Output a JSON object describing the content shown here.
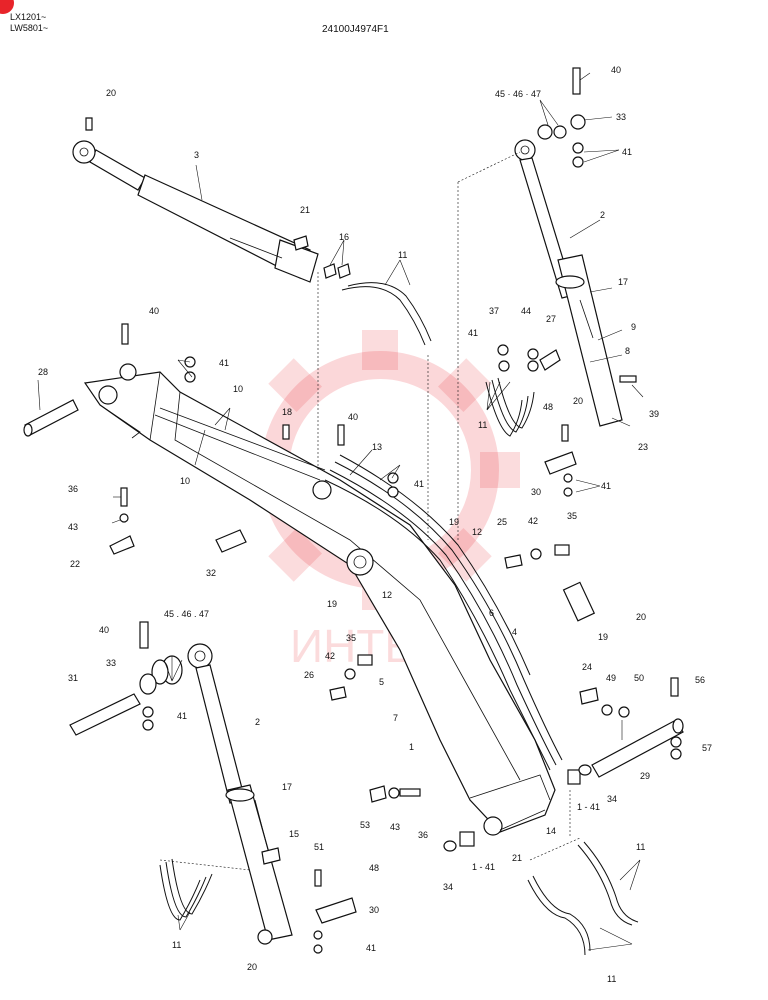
{
  "header": {
    "model_line_1": "LX1201~",
    "model_line_2": "LW5801~",
    "drawing_number": "24100J4974F1"
  },
  "watermark": {
    "text": "ИНТЕ",
    "color": "#e8242a"
  },
  "colors": {
    "corner_badge": "#e8242a",
    "line": "#111111"
  },
  "callouts": [
    {
      "id": "c-40a",
      "label": "40"
    },
    {
      "id": "c-20a",
      "label": "20"
    },
    {
      "id": "c-4546a",
      "label": "45 · 46 · 47"
    },
    {
      "id": "c-33a",
      "label": "33"
    },
    {
      "id": "c-41a",
      "label": "41"
    },
    {
      "id": "c-3",
      "label": "3"
    },
    {
      "id": "c-2a",
      "label": "2"
    },
    {
      "id": "c-21a",
      "label": "21"
    },
    {
      "id": "c-16",
      "label": "16"
    },
    {
      "id": "c-11a",
      "label": "11"
    },
    {
      "id": "c-17a",
      "label": "17"
    },
    {
      "id": "c-37",
      "label": "37"
    },
    {
      "id": "c-44",
      "label": "44"
    },
    {
      "id": "c-27",
      "label": "27"
    },
    {
      "id": "c-9",
      "label": "9"
    },
    {
      "id": "c-41b",
      "label": "41"
    },
    {
      "id": "c-8",
      "label": "8"
    },
    {
      "id": "c-40b",
      "label": "40"
    },
    {
      "id": "c-41c",
      "label": "41"
    },
    {
      "id": "c-28",
      "label": "28"
    },
    {
      "id": "c-10a",
      "label": "10"
    },
    {
      "id": "c-18",
      "label": "18"
    },
    {
      "id": "c-40c",
      "label": "40"
    },
    {
      "id": "c-39",
      "label": "39"
    },
    {
      "id": "c-48a",
      "label": "48"
    },
    {
      "id": "c-20b",
      "label": "20"
    },
    {
      "id": "c-23",
      "label": "23"
    },
    {
      "id": "c-11b",
      "label": "11"
    },
    {
      "id": "c-13",
      "label": "13"
    },
    {
      "id": "c-41d",
      "label": "41"
    },
    {
      "id": "c-36a",
      "label": "36"
    },
    {
      "id": "c-10b",
      "label": "10"
    },
    {
      "id": "c-30a",
      "label": "30"
    },
    {
      "id": "c-41e",
      "label": "41"
    },
    {
      "id": "c-43a",
      "label": "43"
    },
    {
      "id": "c-19a",
      "label": "19"
    },
    {
      "id": "c-12a",
      "label": "12"
    },
    {
      "id": "c-25",
      "label": "25"
    },
    {
      "id": "c-42a",
      "label": "42"
    },
    {
      "id": "c-35a",
      "label": "35"
    },
    {
      "id": "c-22",
      "label": "22"
    },
    {
      "id": "c-32",
      "label": "32"
    },
    {
      "id": "c-19b",
      "label": "19"
    },
    {
      "id": "c-12b",
      "label": "12"
    },
    {
      "id": "c-20c",
      "label": "20"
    },
    {
      "id": "c-19c",
      "label": "19"
    },
    {
      "id": "c-6",
      "label": "6"
    },
    {
      "id": "c-4",
      "label": "4"
    },
    {
      "id": "c-40d",
      "label": "40"
    },
    {
      "id": "c-4546b",
      "label": "45 . 46 . 47"
    },
    {
      "id": "c-35b",
      "label": "35"
    },
    {
      "id": "c-42b",
      "label": "42"
    },
    {
      "id": "c-33b",
      "label": "33"
    },
    {
      "id": "c-26",
      "label": "26"
    },
    {
      "id": "c-5",
      "label": "5"
    },
    {
      "id": "c-24",
      "label": "24"
    },
    {
      "id": "c-31",
      "label": "31"
    },
    {
      "id": "c-41f",
      "label": "41"
    },
    {
      "id": "c-49",
      "label": "49"
    },
    {
      "id": "c-50",
      "label": "50"
    },
    {
      "id": "c-56",
      "label": "56"
    },
    {
      "id": "c-7",
      "label": "7"
    },
    {
      "id": "c-1",
      "label": "1"
    },
    {
      "id": "c-57",
      "label": "57"
    },
    {
      "id": "c-2b",
      "label": "2"
    },
    {
      "id": "c-29",
      "label": "29"
    },
    {
      "id": "c-17b",
      "label": "17"
    },
    {
      "id": "c-34a",
      "label": "34"
    },
    {
      "id": "c-141a",
      "label": "1 - 41"
    },
    {
      "id": "c-15",
      "label": "15"
    },
    {
      "id": "c-51",
      "label": "51"
    },
    {
      "id": "c-53",
      "label": "53"
    },
    {
      "id": "c-43b",
      "label": "43"
    },
    {
      "id": "c-36b",
      "label": "36"
    },
    {
      "id": "c-14",
      "label": "14"
    },
    {
      "id": "c-21b",
      "label": "21"
    },
    {
      "id": "c-48b",
      "label": "48"
    },
    {
      "id": "c-34b",
      "label": "34"
    },
    {
      "id": "c-141b",
      "label": "1 - 41"
    },
    {
      "id": "c-11c",
      "label": "11"
    },
    {
      "id": "c-30b",
      "label": "30"
    },
    {
      "id": "c-11d",
      "label": "11"
    },
    {
      "id": "c-41g",
      "label": "41"
    },
    {
      "id": "c-20d",
      "label": "20"
    },
    {
      "id": "c-11e",
      "label": "11"
    }
  ]
}
